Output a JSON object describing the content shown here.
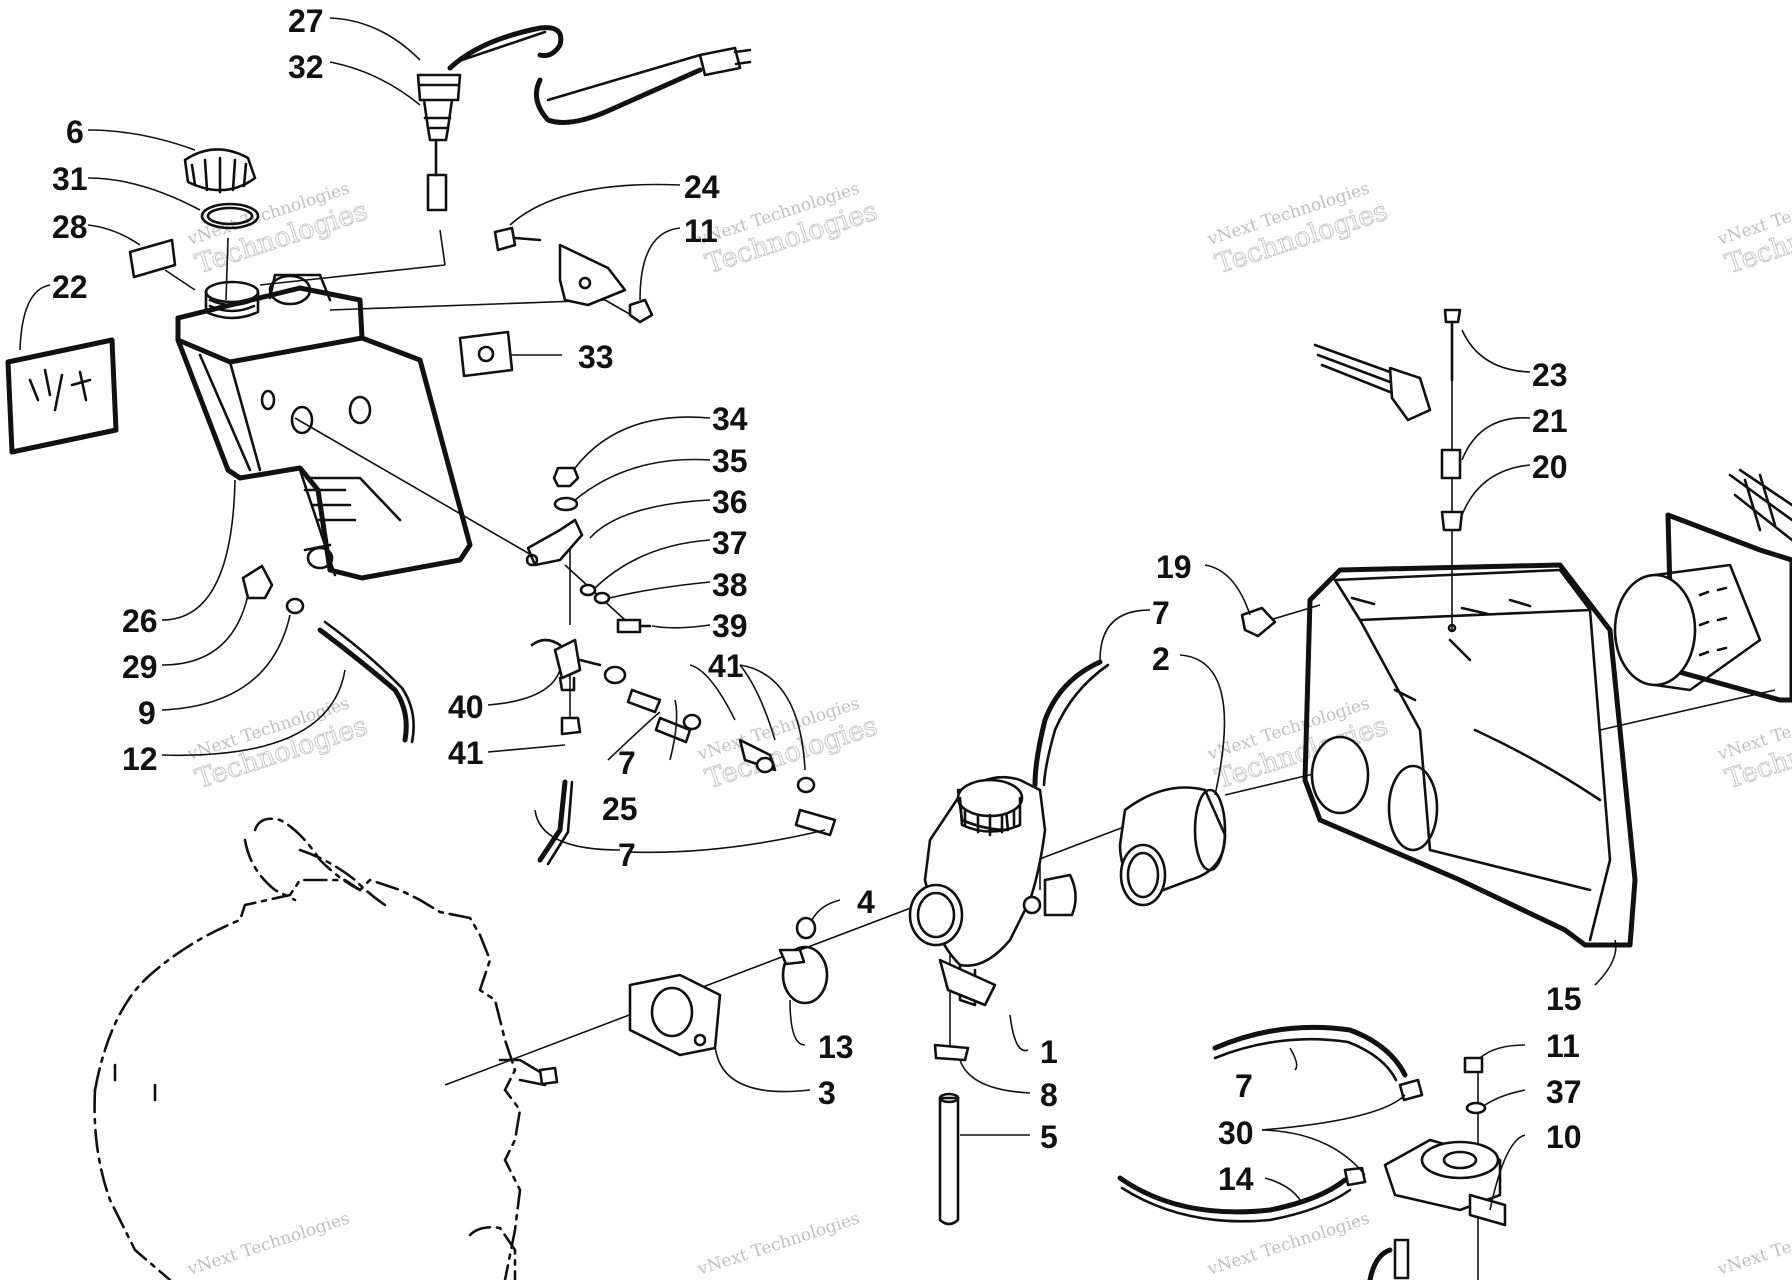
{
  "callouts": [
    "27",
    "32",
    "6",
    "31",
    "28",
    "22",
    "24",
    "11",
    "33",
    "34",
    "35",
    "36",
    "37",
    "38",
    "39",
    "26",
    "29",
    "9",
    "12",
    "40",
    "41",
    "41",
    "7",
    "25",
    "7",
    "7",
    "2",
    "19",
    "23",
    "21",
    "20",
    "4",
    "13",
    "3",
    "1",
    "8",
    "5",
    "15",
    "11",
    "37",
    "10",
    "7",
    "30",
    "14"
  ],
  "watermark": {
    "line1": "vNext Technologies",
    "line2": "Technologies"
  },
  "colors": {
    "ink": "#111111",
    "watermark": "#bfbfbf",
    "background": "#ffffff"
  }
}
